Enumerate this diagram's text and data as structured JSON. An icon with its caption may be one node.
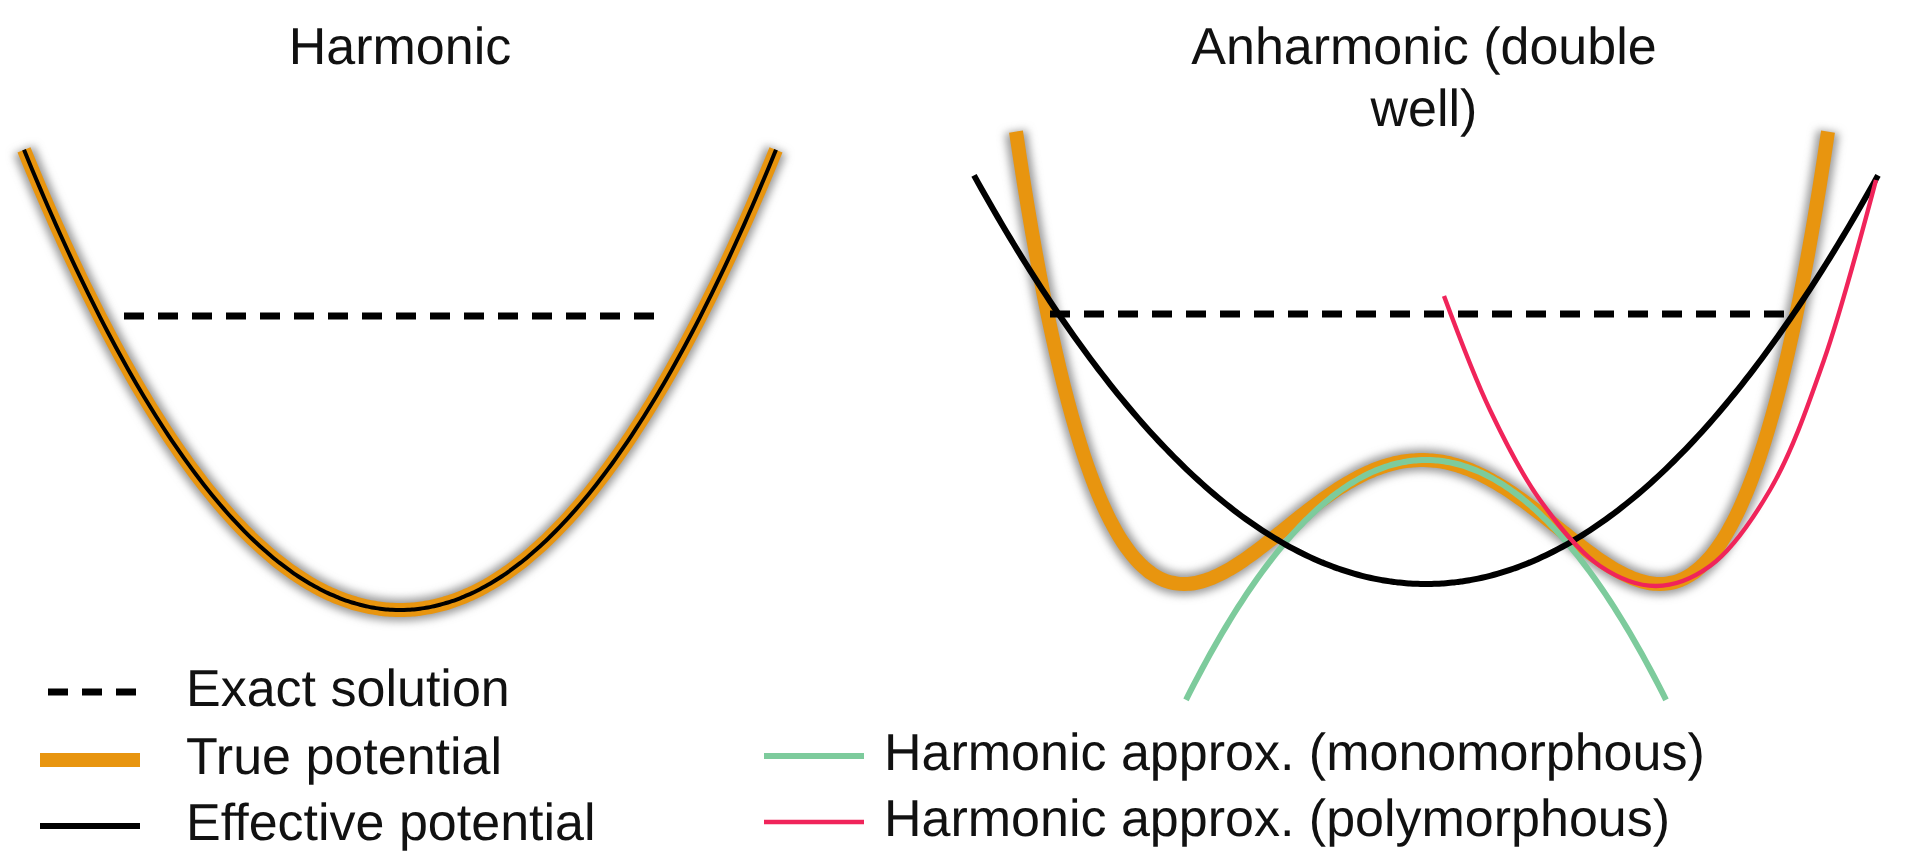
{
  "diagram": {
    "labels": [
      "Harmonic",
      "Anharmonic (double well)"
    ],
    "legend": [
      {
        "text": "Exact solution"
      },
      {
        "text": "True potential"
      },
      {
        "text": "Effective potential"
      },
      {
        "text": "Harmonic approx. (monomorphous)"
      },
      {
        "text": "Harmonic approx. (polymorphous)"
      }
    ]
  }
}
